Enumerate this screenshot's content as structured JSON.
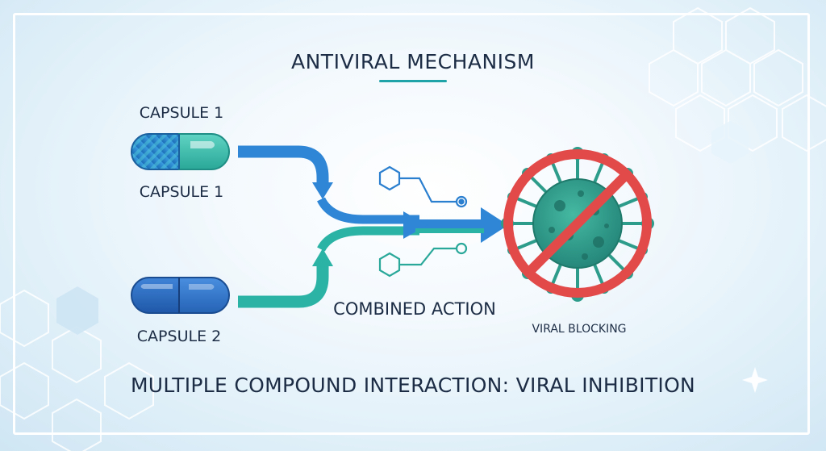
{
  "header": {
    "title": "ANTIVIRAL MECHANISM"
  },
  "capsules": {
    "capsule1_top_label": "CAPSULE 1",
    "capsule1_bottom_label": "CAPSULE 1",
    "capsule2_label": "CAPSULE 2"
  },
  "flow": {
    "combined_label": "COMBINED ACTION"
  },
  "target": {
    "label": "VIRAL BLOCKING"
  },
  "footer": {
    "caption": "MULTIPLE COMPOUND INTERACTION: VIRAL INHIBITION"
  },
  "icons": [
    "capsule-icon",
    "molecule-icon",
    "virus-icon",
    "prohibition-icon",
    "hexagon-pattern",
    "sparkle-icon"
  ],
  "colors": {
    "accent_teal": "#1fa3a8",
    "arrow_blue": "#2f86d6",
    "arrow_teal": "#2bb3a6",
    "virus_green": "#2e9c8a",
    "prohibition_red": "#e24a4a",
    "text_navy": "#1c2c44"
  }
}
